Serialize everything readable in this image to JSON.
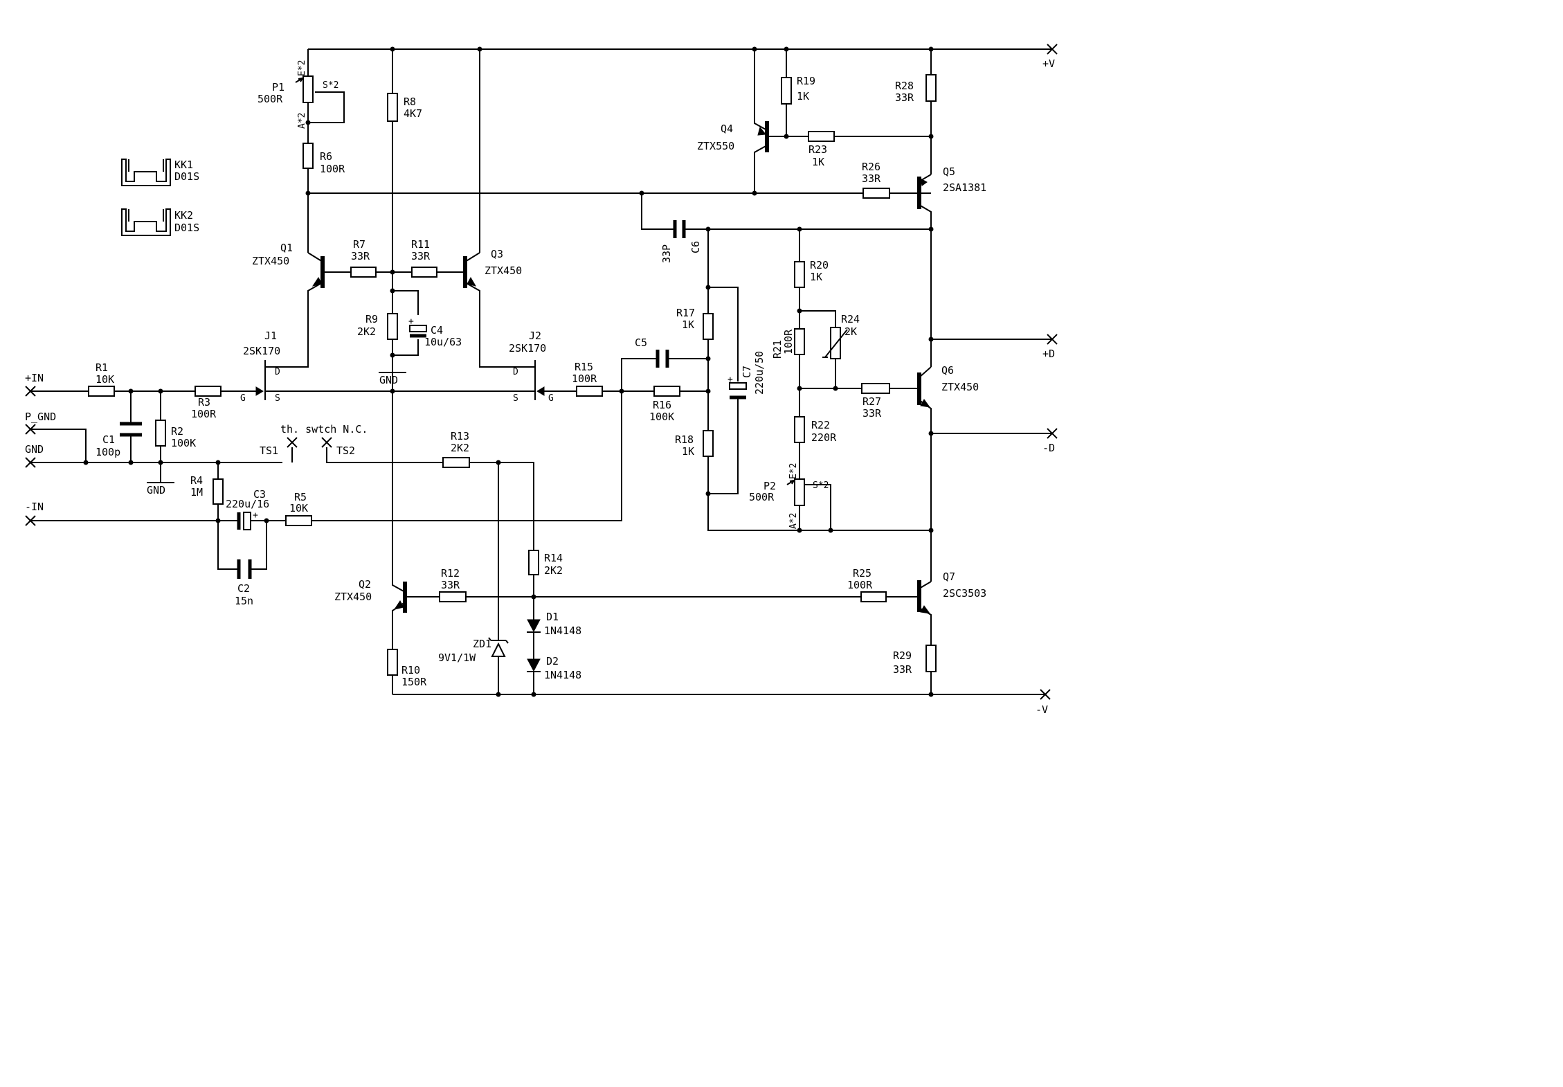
{
  "rails": {
    "pos_v": "+V",
    "neg_v": "-V",
    "pos_d": "+D",
    "neg_d": "-D"
  },
  "io": {
    "in_pos": "+IN",
    "in_neg": "-IN",
    "p_gnd": "P_GND",
    "gnd": "GND",
    "gnd1": "GND",
    "gnd2": "GND"
  },
  "heatsinks": [
    {
      "ref": "KK1",
      "value": "D01S"
    },
    {
      "ref": "KK2",
      "value": "D01S"
    }
  ],
  "resistors": {
    "R1": {
      "ref": "R1",
      "value": "10K"
    },
    "R2": {
      "ref": "R2",
      "value": "100K"
    },
    "R3": {
      "ref": "R3",
      "value": "100R"
    },
    "R4": {
      "ref": "R4",
      "value": "1M"
    },
    "R5": {
      "ref": "R5",
      "value": "10K"
    },
    "R6": {
      "ref": "R6",
      "value": "100R"
    },
    "R7": {
      "ref": "R7",
      "value": "33R"
    },
    "R8": {
      "ref": "R8",
      "value": "4K7"
    },
    "R9": {
      "ref": "R9",
      "value": "2K2"
    },
    "R10": {
      "ref": "R10",
      "value": "150R"
    },
    "R11": {
      "ref": "R11",
      "value": "33R"
    },
    "R12": {
      "ref": "R12",
      "value": "33R"
    },
    "R13": {
      "ref": "R13",
      "value": "2K2"
    },
    "R14": {
      "ref": "R14",
      "value": "2K2"
    },
    "R15": {
      "ref": "R15",
      "value": "100R"
    },
    "R16": {
      "ref": "R16",
      "value": "100K"
    },
    "R17": {
      "ref": "R17",
      "value": "1K"
    },
    "R18": {
      "ref": "R18",
      "value": "1K"
    },
    "R19": {
      "ref": "R19",
      "value": "1K"
    },
    "R20": {
      "ref": "R20",
      "value": "1K"
    },
    "R21": {
      "ref": "R21",
      "value": "100R"
    },
    "R22": {
      "ref": "R22",
      "value": "220R"
    },
    "R23": {
      "ref": "R23",
      "value": "1K"
    },
    "R24": {
      "ref": "R24",
      "value": "2K"
    },
    "R25": {
      "ref": "R25",
      "value": "100R"
    },
    "R26": {
      "ref": "R26",
      "value": "33R"
    },
    "R27": {
      "ref": "R27",
      "value": "33R"
    },
    "R28": {
      "ref": "R28",
      "value": "33R"
    },
    "R29": {
      "ref": "R29",
      "value": "33R"
    }
  },
  "pots": {
    "P1": {
      "ref": "P1",
      "value": "500R",
      "pin_e": "E*2",
      "pin_a": "A*2",
      "pin_s": "S*2"
    },
    "P2": {
      "ref": "P2",
      "value": "500R",
      "pin_e": "E*2",
      "pin_a": "A*2",
      "pin_s": "S*2"
    }
  },
  "capacitors": {
    "C1": {
      "ref": "C1",
      "value": "100p"
    },
    "C2": {
      "ref": "C2",
      "value": "15n"
    },
    "C3": {
      "ref": "C3",
      "value": "220u/16"
    },
    "C4": {
      "ref": "C4",
      "value": "10u/63"
    },
    "C5": {
      "ref": "C5",
      "value": ""
    },
    "C6": {
      "ref": "C6",
      "value": "33P"
    },
    "C7": {
      "ref": "C7",
      "value": "220u/50"
    }
  },
  "transistors": {
    "Q1": {
      "ref": "Q1",
      "value": "ZTX450"
    },
    "Q2": {
      "ref": "Q2",
      "value": "ZTX450"
    },
    "Q3": {
      "ref": "Q3",
      "value": "ZTX450"
    },
    "Q4": {
      "ref": "Q4",
      "value": "ZTX550"
    },
    "Q5": {
      "ref": "Q5",
      "value": "2SA1381"
    },
    "Q6": {
      "ref": "Q6",
      "value": "ZTX450"
    },
    "Q7": {
      "ref": "Q7",
      "value": "2SC3503"
    }
  },
  "jfets": {
    "J1": {
      "ref": "J1",
      "value": "2SK170",
      "pin_d": "D",
      "pin_s": "S",
      "pin_g": "G"
    },
    "J2": {
      "ref": "J2",
      "value": "2SK170",
      "pin_d": "D",
      "pin_s": "S",
      "pin_g": "G"
    }
  },
  "diodes": {
    "D1": {
      "ref": "D1",
      "value": "1N4148"
    },
    "D2": {
      "ref": "D2",
      "value": "1N4148"
    },
    "ZD1": {
      "ref": "ZD1",
      "value": "9V1/1W"
    }
  },
  "thermal_switch": {
    "label": "th. swtch N.C.",
    "ts1": "TS1",
    "ts2": "TS2"
  }
}
